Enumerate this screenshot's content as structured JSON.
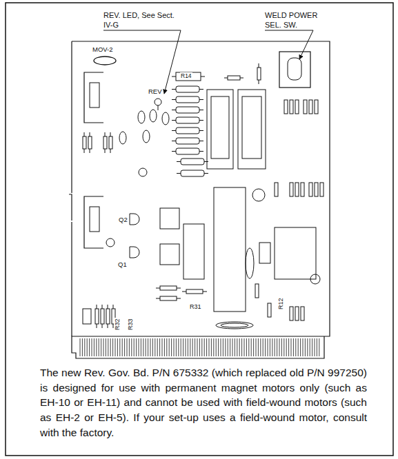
{
  "diagram": {
    "caption": "The new Rev. Gov. Bd. P/N 675332 (which replaced old P/N 997250) is designed for use with permanent magnet motors only (such as EH-10 or EH-11) and cannot be used with field-wound motors (such as EH-2 or EH-5). If your set-up uses a field-wound motor, consult with the factory.",
    "labels": [
      "REV. LED, See Sect. IV-G",
      "WELD POWER SEL. SW.",
      "MOV-2",
      "REV",
      "R14",
      "Q2",
      "Q1",
      "R31",
      "R12",
      "R32",
      "R33"
    ]
  }
}
